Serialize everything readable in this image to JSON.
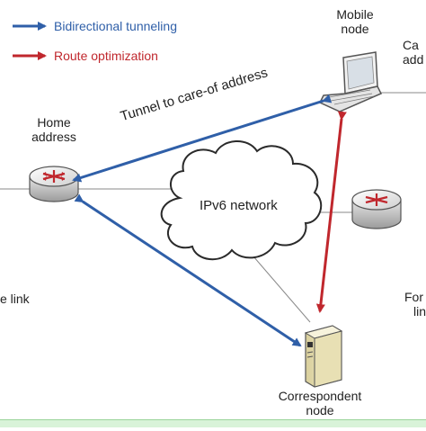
{
  "legend": {
    "bidirectional_label": "Bidirectional tunneling",
    "route_optimization_label": "Route optimization",
    "blue_color": "#2f5fa8",
    "red_color": "#c0272d"
  },
  "nodes": {
    "mobile_node": {
      "line1": "Mobile",
      "line2": "node"
    },
    "care_of": {
      "line1": "Ca",
      "line2": "add"
    },
    "home_address": {
      "line1": "Home",
      "line2": "address"
    },
    "ipv6_network": "IPv6 network",
    "home_link": "e link",
    "foreign_link": {
      "line1": "For",
      "line2": "lin"
    },
    "correspondent": {
      "line1": "Correspondent",
      "line2": "node"
    }
  },
  "edges": {
    "tunnel_label": "Tunnel to care-of address"
  },
  "icons": [
    "router-icon",
    "laptop-icon",
    "server-icon",
    "cloud-icon"
  ]
}
